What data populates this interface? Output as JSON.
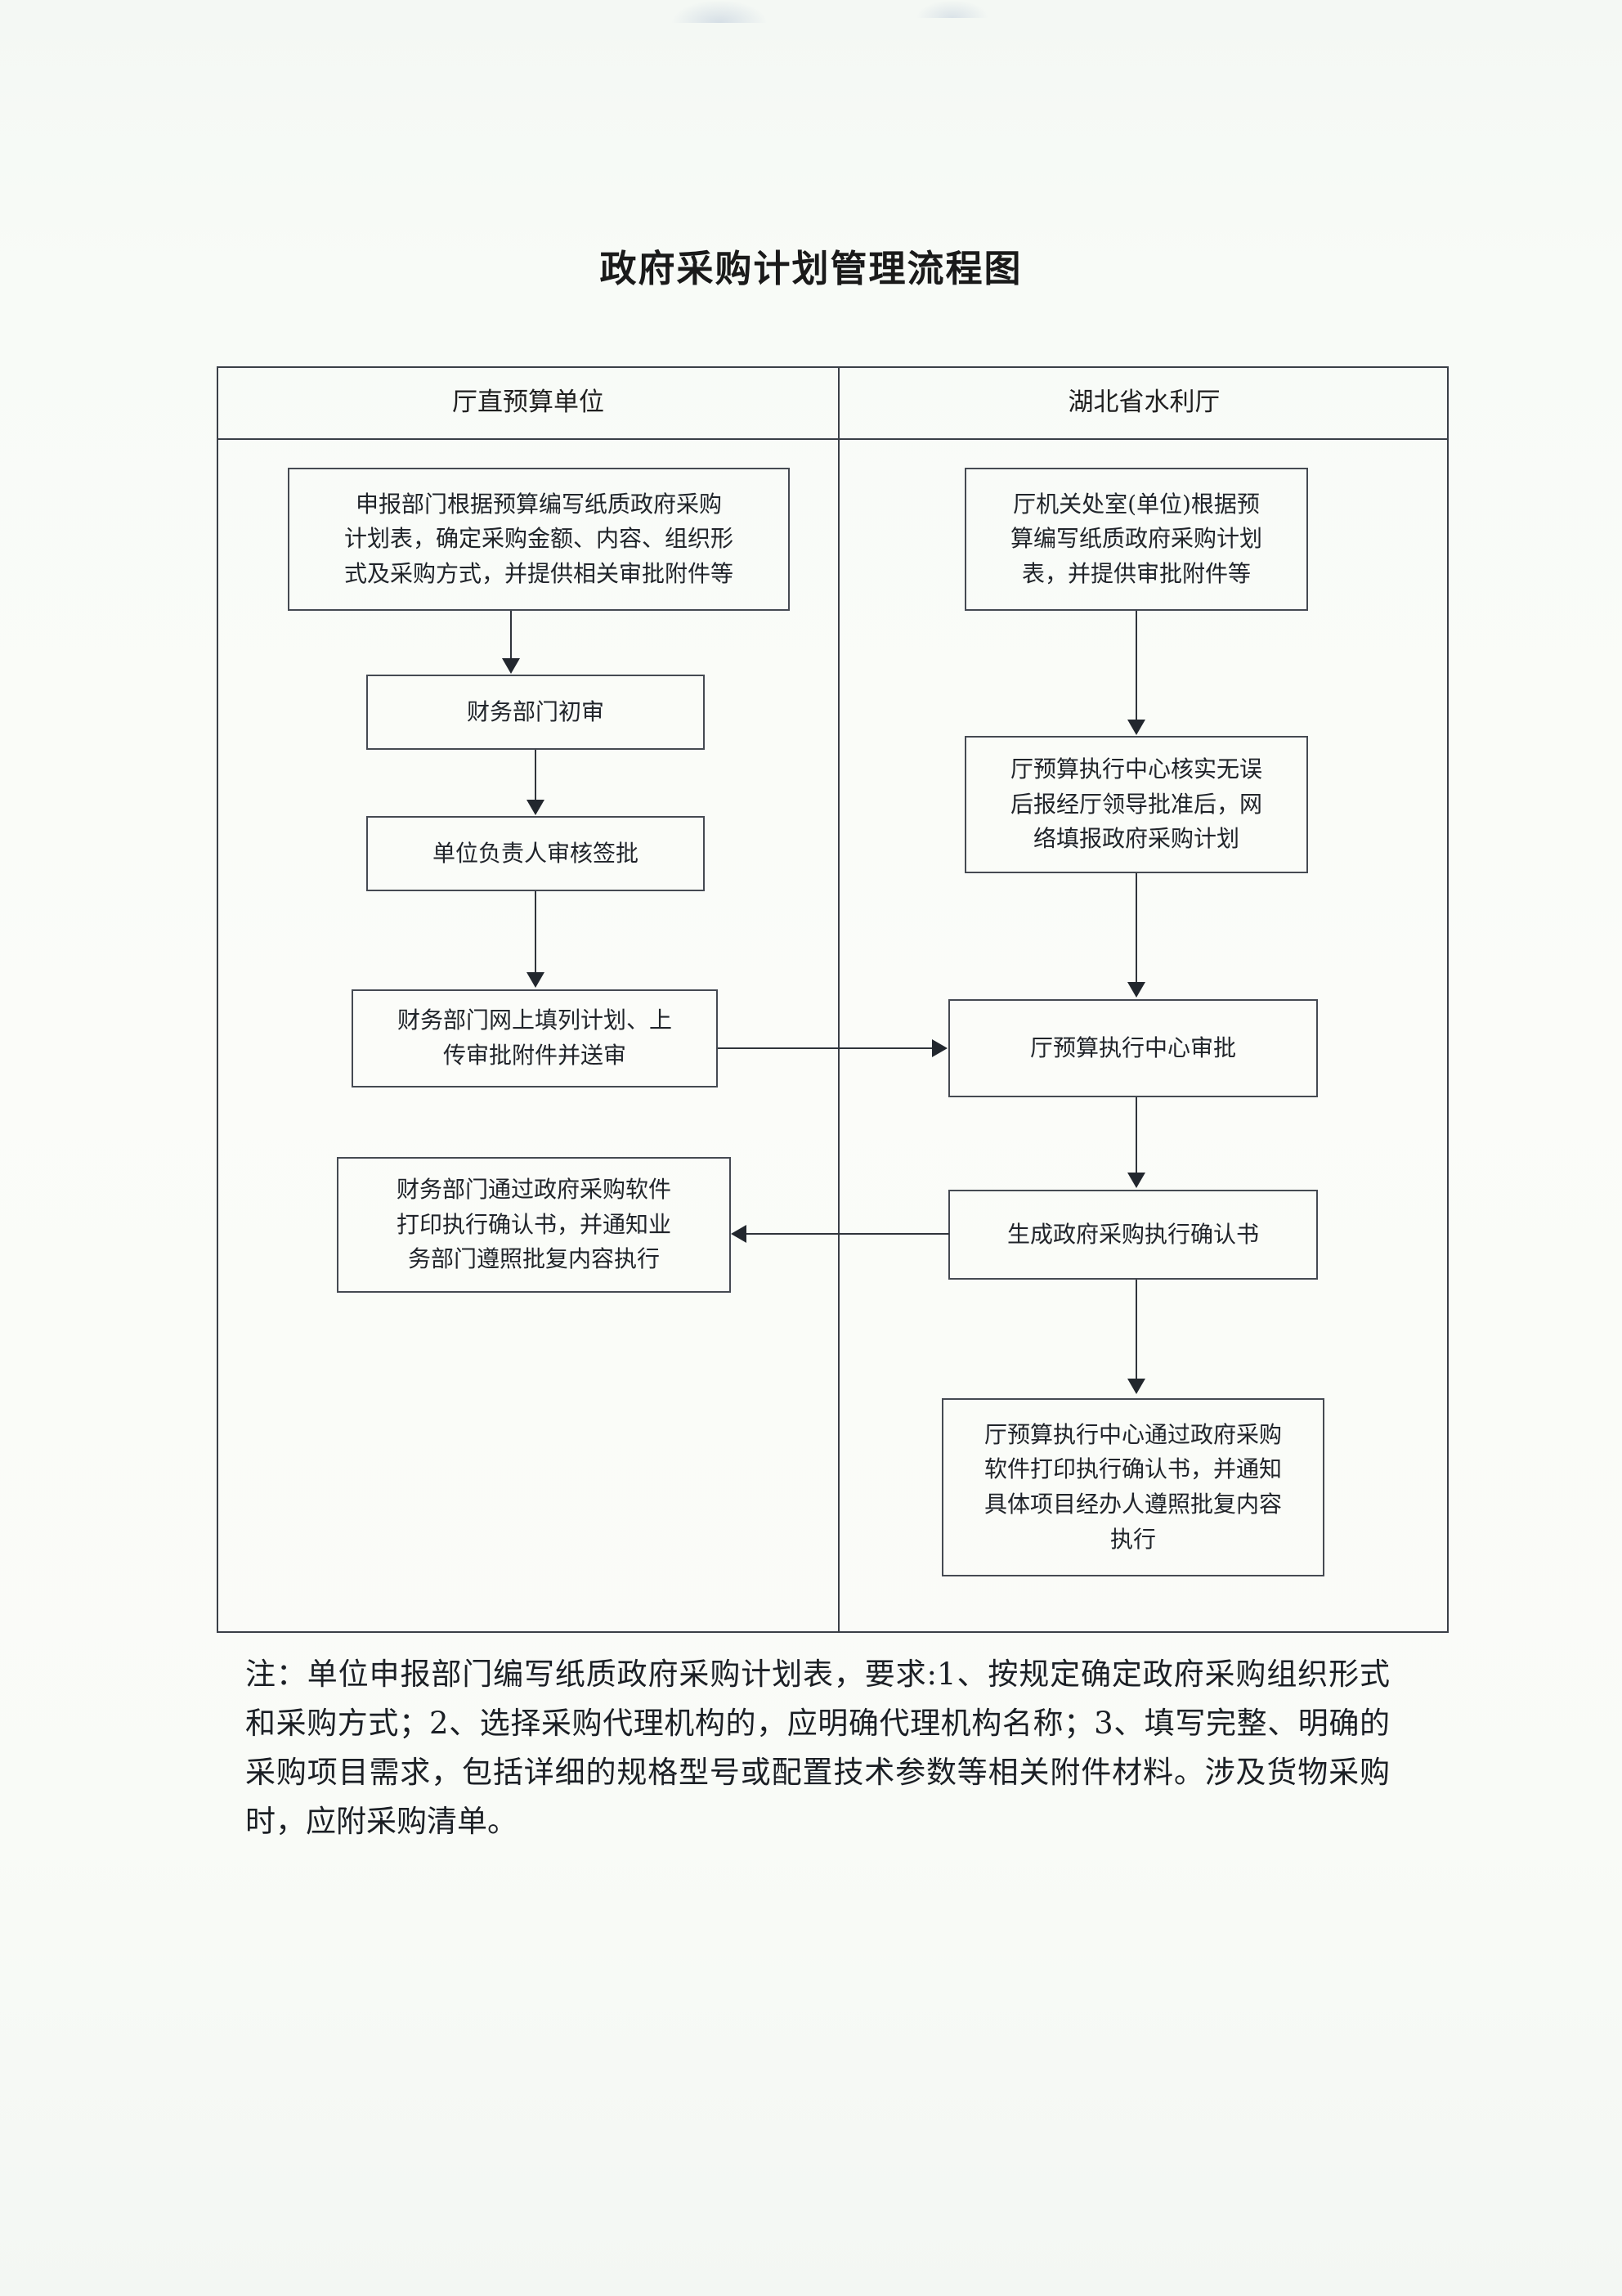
{
  "document": {
    "title": "政府采购计划管理流程图"
  },
  "lanes": [
    {
      "id": "left",
      "label": "厅直预算单位"
    },
    {
      "id": "right",
      "label": "湖北省水利厅"
    }
  ],
  "left_lane_boxes": [
    {
      "id": "L1",
      "text": "申报部门根据预算编写纸质政府采购\n计划表，确定采购金额、内容、组织形\n式及采购方式，并提供相关审批附件等"
    },
    {
      "id": "L2",
      "text": "财务部门初审"
    },
    {
      "id": "L3",
      "text": "单位负责人审核签批"
    },
    {
      "id": "L4",
      "text": "财务部门网上填列计划、上\n传审批附件并送审"
    },
    {
      "id": "L5",
      "text": "财务部门通过政府采购软件\n打印执行确认书，并通知业\n务部门遵照批复内容执行"
    }
  ],
  "right_lane_boxes": [
    {
      "id": "R1",
      "text": "厅机关处室(单位)根据预\n算编写纸质政府采购计划\n表，并提供审批附件等"
    },
    {
      "id": "R2",
      "text": "厅预算执行中心核实无误\n后报经厅领导批准后，网\n络填报政府采购计划"
    },
    {
      "id": "R3",
      "text": "厅预算执行中心审批"
    },
    {
      "id": "R4",
      "text": "生成政府采购执行确认书"
    },
    {
      "id": "R5",
      "text": "厅预算执行中心通过政府采购\n软件打印执行确认书，并通知\n具体项目经办人遵照批复内容\n执行"
    }
  ],
  "connectors": [
    {
      "id": "L1-L2",
      "from": "L1",
      "to": "L2",
      "direction": "down"
    },
    {
      "id": "L2-L3",
      "from": "L2",
      "to": "L3",
      "direction": "down"
    },
    {
      "id": "L3-L4",
      "from": "L3",
      "to": "L4",
      "direction": "down"
    },
    {
      "id": "L4-R3",
      "from": "L4",
      "to": "R3",
      "direction": "right"
    },
    {
      "id": "R1-R2",
      "from": "R1",
      "to": "R2",
      "direction": "down"
    },
    {
      "id": "R2-R3",
      "from": "R2",
      "to": "R3",
      "direction": "down"
    },
    {
      "id": "R3-R4",
      "from": "R3",
      "to": "R4",
      "direction": "down"
    },
    {
      "id": "R4-L5",
      "from": "R4",
      "to": "L5",
      "direction": "left"
    },
    {
      "id": "R4-R5",
      "from": "R4",
      "to": "R5",
      "direction": "down"
    }
  ],
  "footnote": {
    "text": "注：单位申报部门编写纸质政府采购计划表，要求:1、按规定确定政府采购组织形式和采购方式；2、选择采购代理机构的，应明确代理机构名称；3、填写完整、明确的采购项目需求，包括详细的规格型号或配置技术参数等相关附件材料。涉及货物采购时，应附采购清单。"
  },
  "colors": {
    "ink": "#20242a",
    "border": "#454a52",
    "connector": "#2f343b",
    "paper": "#f8fbf7"
  }
}
